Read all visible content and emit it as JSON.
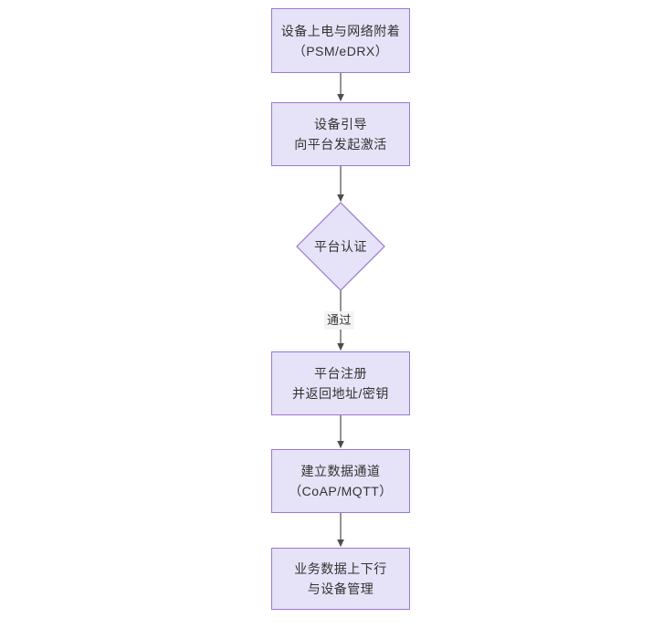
{
  "diagram": {
    "type": "flowchart",
    "orientation": "top-to-bottom",
    "background_color": "#ffffff",
    "node_fill_color": "#e6e2f7",
    "node_border_color": "#9a78d1",
    "edge_color": "#4d4d4d",
    "text_color": "#333333",
    "nodes": [
      {
        "id": "n1",
        "shape": "rectangle",
        "line1": "设备上电与网络附着",
        "line2": "（PSM/eDRX）",
        "text": "设备上电与网络附着\n（PSM/eDRX）"
      },
      {
        "id": "n2",
        "shape": "rectangle",
        "line1": "设备引导",
        "line2": "向平台发起激活",
        "text": "设备引导\n向平台发起激活"
      },
      {
        "id": "n3",
        "shape": "diamond",
        "line1": "平台认证",
        "line2": "",
        "text": "平台认证"
      },
      {
        "id": "n4",
        "shape": "rectangle",
        "line1": "平台注册",
        "line2": "并返回地址/密钥",
        "text": "平台注册\n并返回地址/密钥"
      },
      {
        "id": "n5",
        "shape": "rectangle",
        "line1": "建立数据通道",
        "line2": "（CoAP/MQTT）",
        "text": "建立数据通道\n（CoAP/MQTT）"
      },
      {
        "id": "n6",
        "shape": "rectangle",
        "line1": "业务数据上下行",
        "line2": "与设备管理",
        "text": "业务数据上下行\n与设备管理"
      }
    ],
    "edges": [
      {
        "from": "n1",
        "to": "n2",
        "label": ""
      },
      {
        "from": "n2",
        "to": "n3",
        "label": ""
      },
      {
        "from": "n3",
        "to": "n4",
        "label": "通过"
      },
      {
        "from": "n4",
        "to": "n5",
        "label": ""
      },
      {
        "from": "n5",
        "to": "n6",
        "label": ""
      }
    ]
  }
}
